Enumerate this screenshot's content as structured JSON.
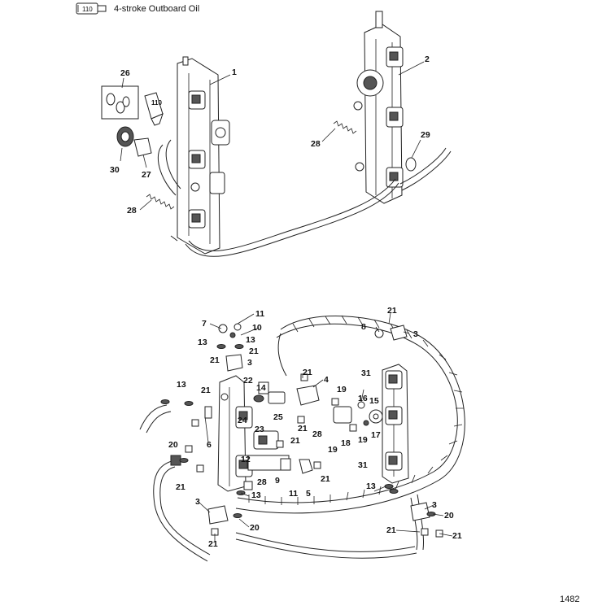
{
  "legend": {
    "icon_number": "110",
    "text": "4-stroke Outboard Oil"
  },
  "page_number": "1482",
  "callouts": {
    "upper": [
      "26",
      "1",
      "2",
      "110",
      "30",
      "27",
      "28",
      "29",
      "28"
    ],
    "lower": [
      "11",
      "21",
      "7",
      "10",
      "8",
      "3",
      "13",
      "13",
      "21",
      "21",
      "3",
      "21",
      "4",
      "13",
      "21",
      "22",
      "14",
      "19",
      "31",
      "16",
      "15",
      "25",
      "21",
      "28",
      "19",
      "17",
      "6",
      "24",
      "23",
      "21",
      "19",
      "18",
      "20",
      "12",
      "9",
      "11",
      "5",
      "21",
      "31",
      "21",
      "28",
      "13",
      "13",
      "3",
      "3",
      "20",
      "20",
      "21",
      "21",
      "21"
    ]
  }
}
